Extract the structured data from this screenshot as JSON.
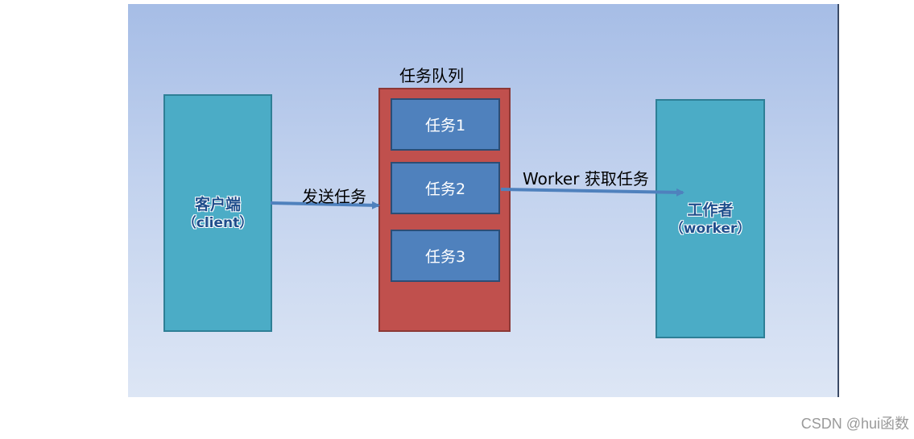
{
  "diagram": {
    "client": {
      "title": "客户端",
      "subtitle": "（client）"
    },
    "queue": {
      "title": "任务队列",
      "tasks": [
        "任务1",
        "任务2",
        "任务3"
      ]
    },
    "worker": {
      "title": "工作者",
      "subtitle": "（worker）"
    },
    "edges": {
      "send": "发送任务",
      "fetch": "Worker 获取任务"
    },
    "colors": {
      "client_fill": "#4bacc6",
      "queue_fill": "#c0504d",
      "task_fill": "#4f81bd",
      "arrow": "#4f81bd",
      "label_text": "#1f4e8c"
    }
  },
  "watermark": "CSDN @hui函数"
}
